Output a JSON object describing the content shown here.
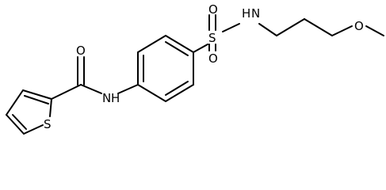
{
  "molecule": {
    "atoms": {
      "oxygen_carbonyl": "O",
      "nitrogen_amide": "N",
      "hydrogen_amide": "H",
      "sulfur_thiophene": "S",
      "sulfur_sulfonyl": "S",
      "oxygen_sulfonyl_top": "O",
      "oxygen_sulfonyl_bottom": "O",
      "nitrogen_sulfonamide": "N",
      "hydrogen_sulfonamide": "H",
      "oxygen_ether": "O"
    }
  },
  "colors": {
    "bond": "#000000",
    "background": "#ffffff"
  }
}
